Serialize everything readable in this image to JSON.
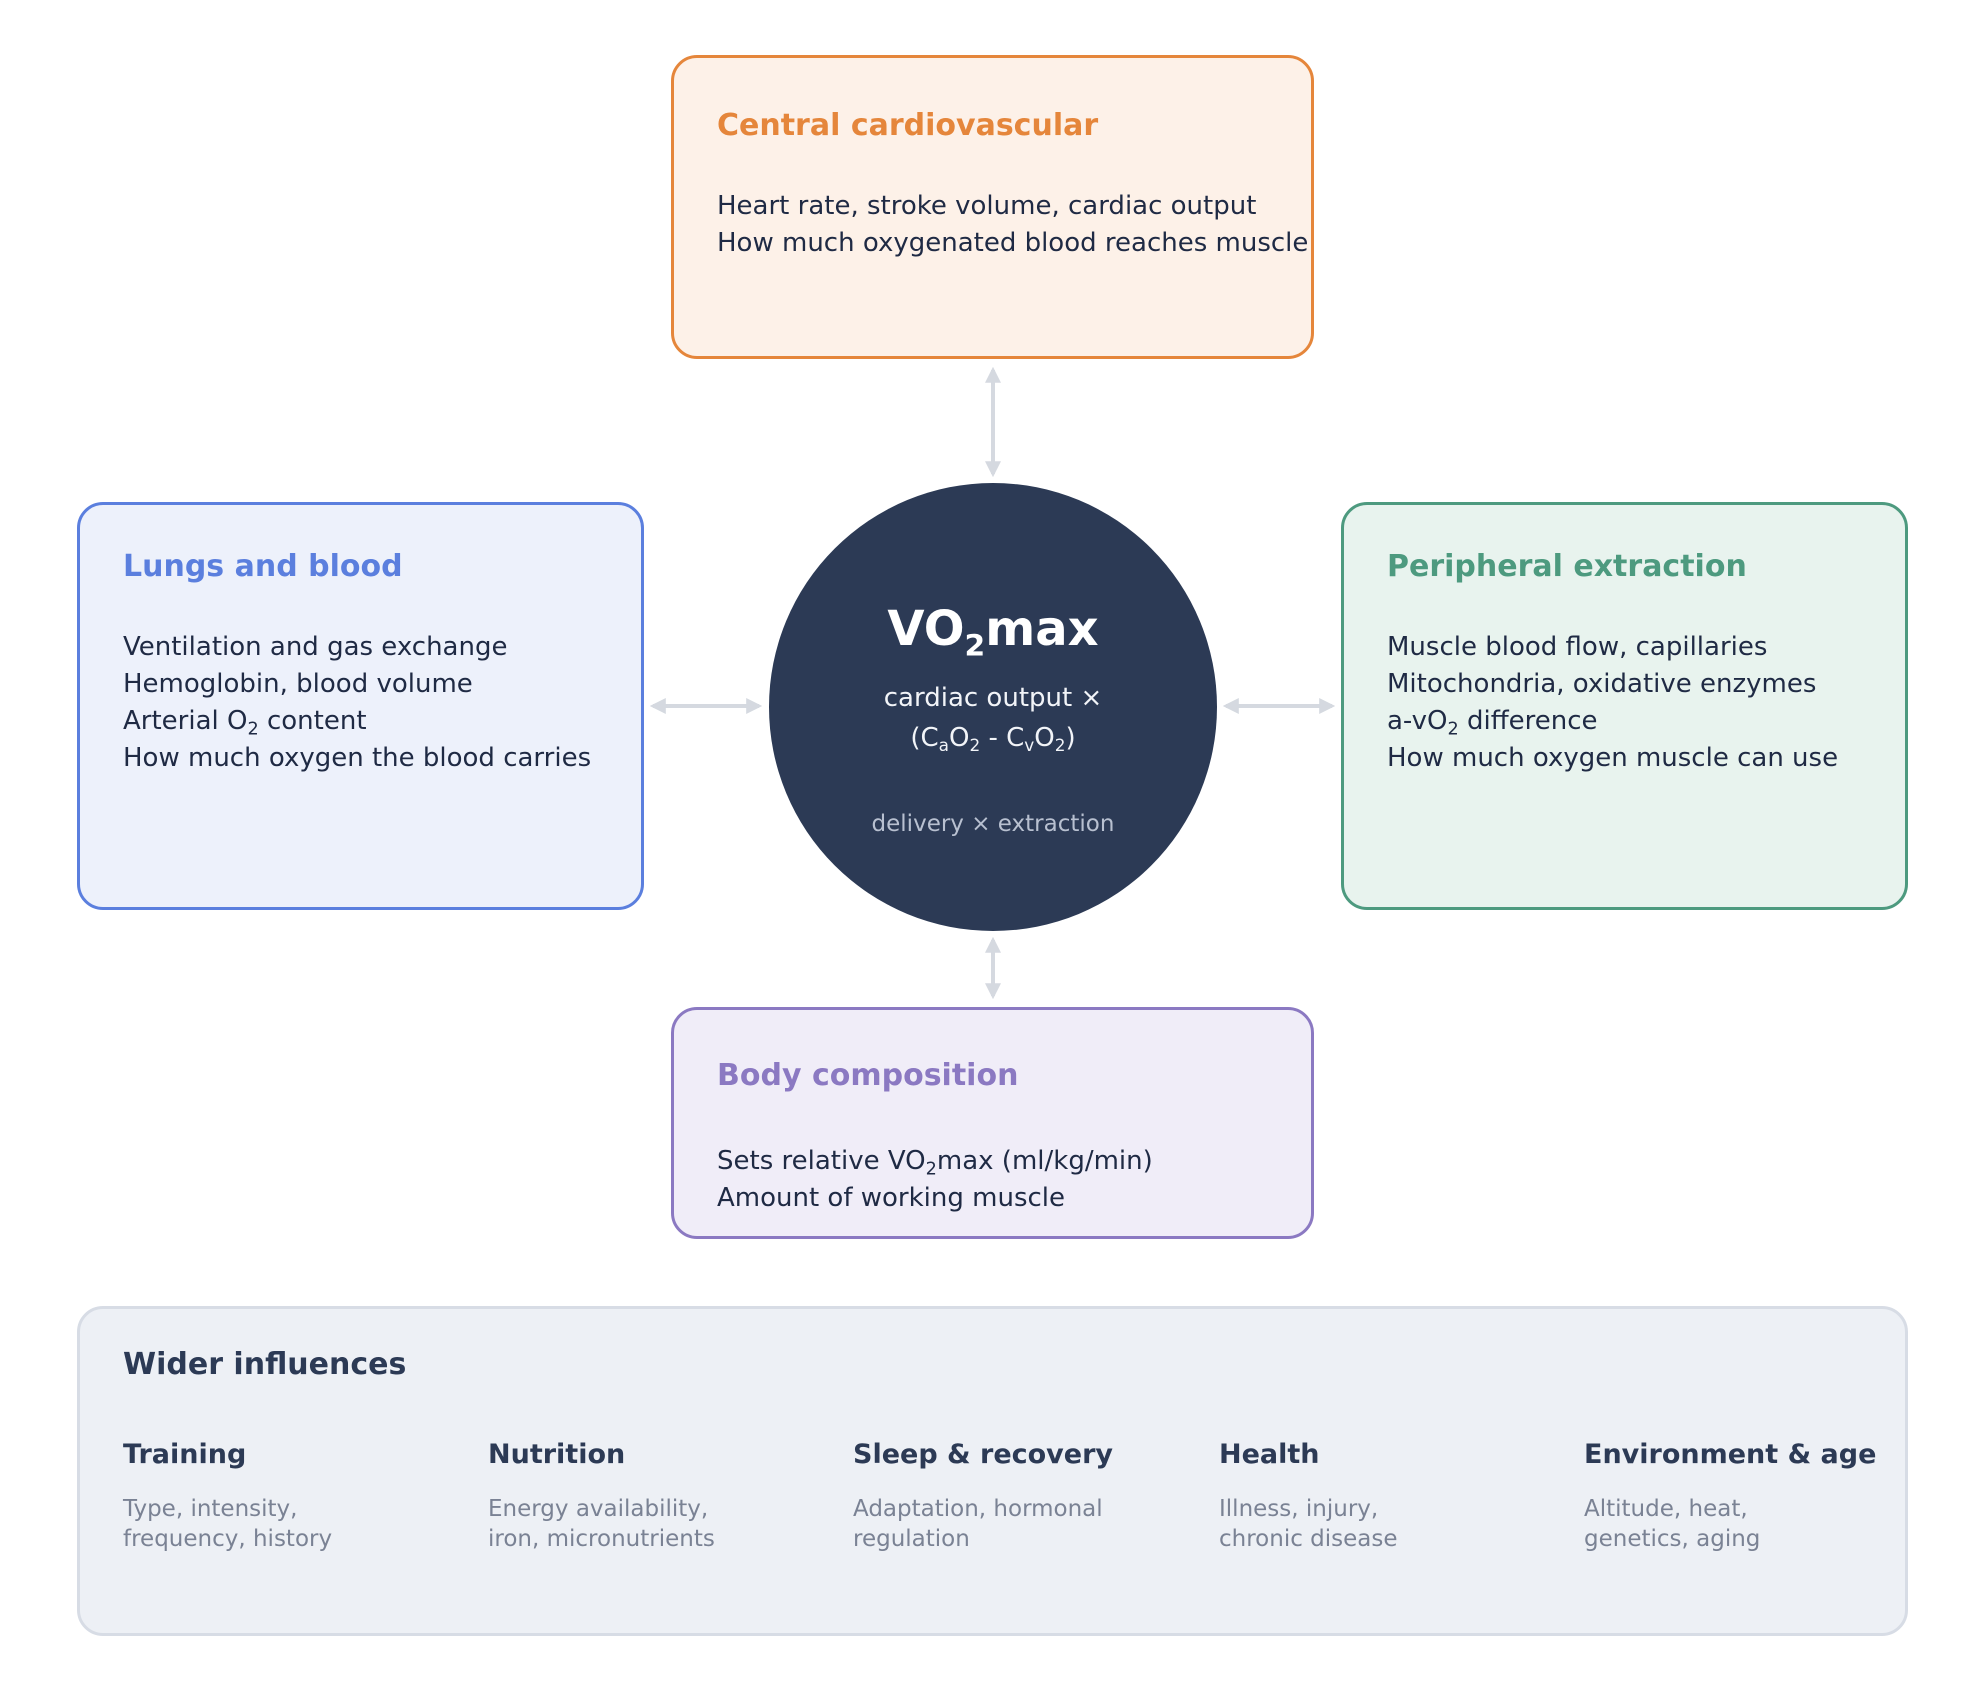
{
  "central": {
    "title": "Central cardiovascular",
    "lines": [
      "Heart rate, stroke volume, cardiac output",
      "How much oxygenated blood reaches muscle"
    ]
  },
  "lungs": {
    "title": "Lungs and blood",
    "line1": "Ventilation and gas exchange",
    "line2": "Hemoglobin, blood volume",
    "line3_pre": "Arterial O",
    "line3_sub": "2",
    "line3_post": " content",
    "line4": "How much oxygen the blood carries"
  },
  "peripheral": {
    "title": "Peripheral extraction",
    "line1": "Muscle blood flow, capillaries",
    "line2": "Mitochondria, oxidative enzymes",
    "line3_pre": "a-vO",
    "line3_sub": "2",
    "line3_post": " difference",
    "line4": "How much oxygen muscle can use"
  },
  "body": {
    "title": "Body composition",
    "line1_pre": "Sets relative VO",
    "line1_sub": "2",
    "line1_post": "max (ml/kg/min)",
    "line2": "Amount of working muscle"
  },
  "center": {
    "title_pre": "VO",
    "title_sub": "2",
    "title_post": "max",
    "formula1": "cardiac output ×",
    "f_open": "(C",
    "f_sub_a": "a",
    "f_o1": "O",
    "f_sub_2a": "2",
    "f_mid": " - C",
    "f_sub_v": "v",
    "f_o2": "O",
    "f_sub_2b": "2",
    "f_close": ")",
    "note": "delivery × extraction"
  },
  "wider": {
    "title": "Wider influences",
    "columns": [
      {
        "title": "Training",
        "desc": [
          "Type, intensity,",
          "frequency, history"
        ]
      },
      {
        "title": "Nutrition",
        "desc": [
          "Energy availability,",
          "iron, micronutrients"
        ]
      },
      {
        "title": "Sleep & recovery",
        "desc": [
          "Adaptation, hormonal",
          "regulation"
        ]
      },
      {
        "title": "Health",
        "desc": [
          "Illness, injury,",
          "chronic disease"
        ]
      },
      {
        "title": "Environment & age",
        "desc": [
          "Altitude, heat,",
          "genetics, aging"
        ]
      }
    ]
  },
  "colors": {
    "central": "#e5863b",
    "lungs": "#5b7fde",
    "peripheral": "#4d9a7f",
    "body": "#8b79c2",
    "center_fill": "#2c3a55",
    "arrow": "#d5d9e0"
  },
  "icons": [
    "double-arrow-icon"
  ]
}
